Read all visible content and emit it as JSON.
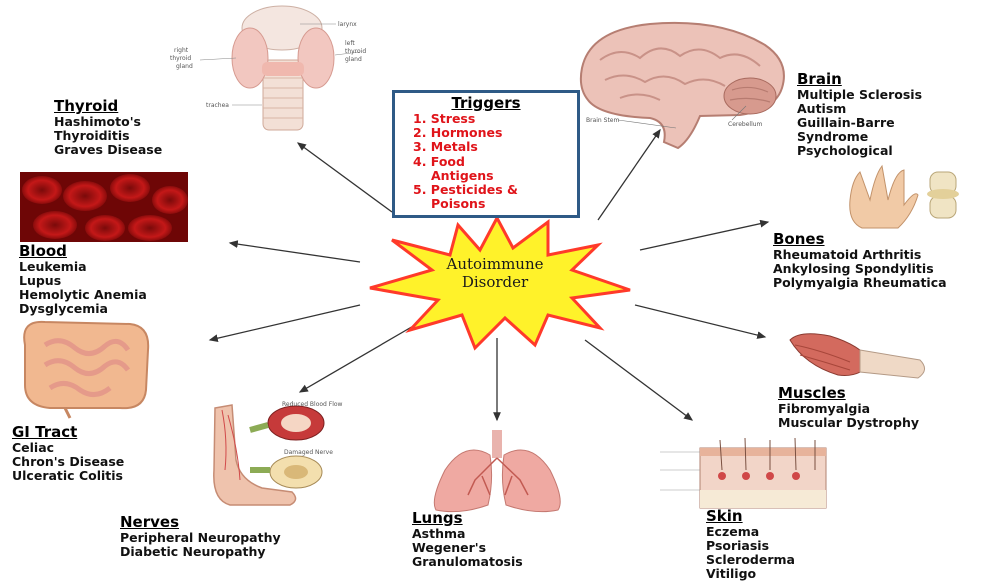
{
  "center": {
    "line1": "Autoimmune",
    "line2": "Disorder"
  },
  "triggers": {
    "title": "Triggers",
    "items": [
      "1. Stress",
      "2. Hormones",
      "3. Metals",
      "4. Food",
      "Antigens",
      "5. Pesticides &",
      "Poisons"
    ]
  },
  "organs": {
    "thyroid": {
      "title": "Thyroid",
      "items": [
        "Hashimoto's",
        "Thyroiditis",
        "Graves Disease"
      ]
    },
    "blood": {
      "title": "Blood",
      "items": [
        "Leukemia",
        "Lupus",
        "Hemolytic Anemia",
        "Dysglycemia"
      ]
    },
    "gi": {
      "title": "GI Tract",
      "items": [
        "Celiac",
        "Chron's Disease",
        "Ulceratic Colitis"
      ]
    },
    "nerves": {
      "title": "Nerves",
      "items": [
        "Peripheral Neuropathy",
        "Diabetic Neuropathy"
      ]
    },
    "lungs": {
      "title": "Lungs",
      "items": [
        "Asthma",
        "Wegener's",
        "Granulomatosis"
      ]
    },
    "skin": {
      "title": "Skin",
      "items": [
        "Eczema",
        "Psoriasis",
        "Scleroderma",
        "Vitiligo"
      ]
    },
    "muscles": {
      "title": "Muscles",
      "items": [
        "Fibromyalgia",
        "Muscular  Dystrophy"
      ]
    },
    "bones": {
      "title": "Bones",
      "items": [
        "Rheumatoid Arthritis",
        "Ankylosing Spondylitis",
        "Polymyalgia Rheumatica"
      ]
    },
    "brain": {
      "title": "Brain",
      "items": [
        "Multiple Sclerosis",
        "Autism",
        "Guillain-Barre",
        "Syndrome",
        "Psychological"
      ]
    }
  },
  "image_labels": {
    "thyroid": [
      "larynx",
      "right",
      "thyroid",
      "gland",
      "left",
      "thyroid",
      "gland",
      "trachea"
    ],
    "brain": [
      "Brain Stem",
      "Cerebellum"
    ],
    "nerves": [
      "Reduced Blood Flow",
      "Damaged Nerve"
    ]
  },
  "colors": {
    "burst_fill": "#fff22a",
    "burst_stroke": "#ff3a2a",
    "trigger_text": "#e0141a",
    "trigger_border": "#2e5a86"
  }
}
